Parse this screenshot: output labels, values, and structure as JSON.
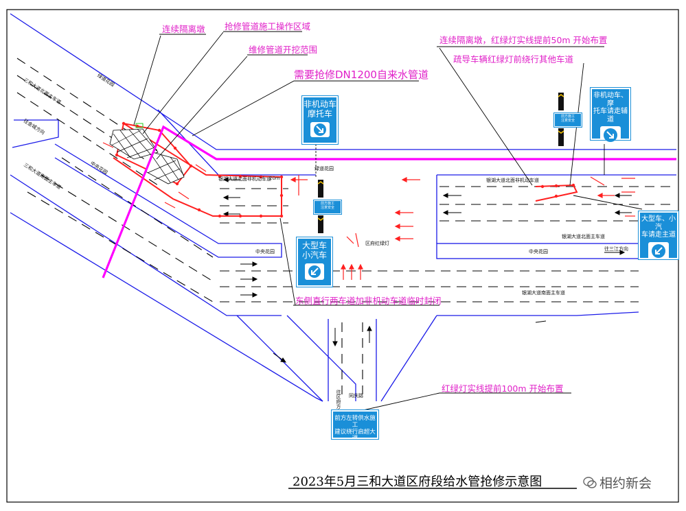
{
  "title": "2023年5月三和大道区府段给水管抢修示意图",
  "watermark": {
    "text": "相约新会",
    "icon": "wechat-icon"
  },
  "colors": {
    "road": "#1a1ae8",
    "pipe": "#ff00ff",
    "barrier": "#ff2020",
    "sign": "#1a8fd8",
    "annotation": "#e020c8"
  },
  "annotations": {
    "continuous_barrier": "连续隔离墩",
    "work_area": "抢修管道施工操作区域",
    "excavation": "维修管道开挖范围",
    "pipe": "需要抢修DN1200自来水管道",
    "barrier_light_50": "连续隔离墩，红绿灯实线提前50m 开始布置",
    "divert": "疏导车辆红绿灯前绕行其他车道",
    "east_closure": "东侧直行两车道加非机动车道临时封闭",
    "light_100": "红绿灯实线提前100m 开始布置"
  },
  "signs": {
    "nonmotor_top": [
      "非机动车",
      "摩托车"
    ],
    "nonmotor_right": [
      "非机动车、摩",
      "托车请走辅道"
    ],
    "large_small_left": [
      "大型车",
      "小汽车"
    ],
    "large_small_right": [
      "大型车、小汽",
      "车请走主道"
    ],
    "bottom_notice": [
      "前方左转供水施工",
      "建议绕行启超大道"
    ],
    "small_construction": [
      "前方施工",
      "注意安全"
    ],
    "arrow_down_right": "arrow-down-right-icon",
    "arrow_down_left": "arrow-down-left-icon"
  },
  "road_labels": {
    "green_top": "绿道花园",
    "green_mid": "绿道花园",
    "main_n_left": "三和大道北面主车道",
    "main_s_left": "三和大道南面主车道",
    "to_jinxin": "往金城方向",
    "median_left": "中央花园",
    "nonmotor_n": "银湖大道北面非机动车道",
    "nonmotor_n_right": "银湖大道北面非机动车道",
    "main_n_right": "银湖大道北面主车道",
    "median_mid": "中央花园",
    "median_right": "中央花园",
    "to_sanjiang": "往三江方向",
    "main_s_right": "银湖大道南面主车道",
    "district_light": "区府红绿灯",
    "to_district": "往区府方向",
    "tongqing": "同庆路",
    "distance": "20m"
  }
}
